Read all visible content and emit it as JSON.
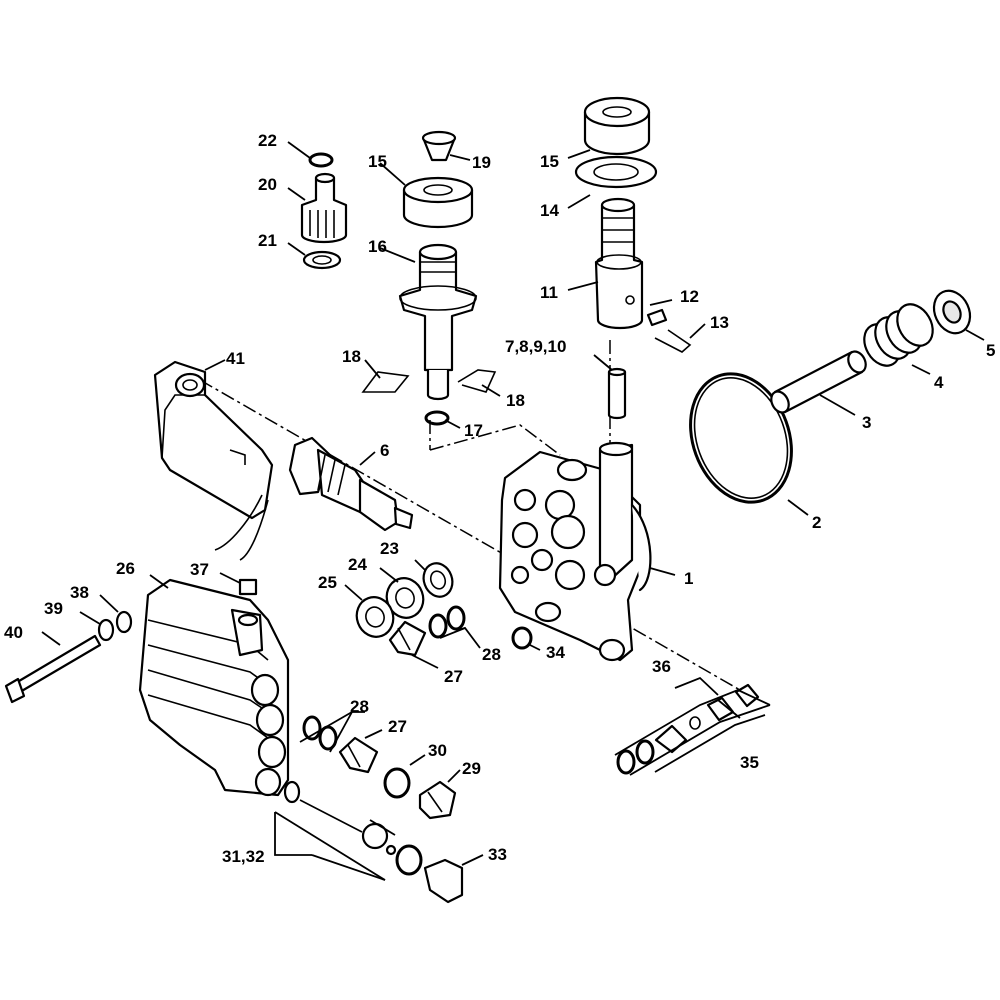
{
  "labels": {
    "p1": "1",
    "p2": "2",
    "p3": "3",
    "p4": "4",
    "p5": "5",
    "p6": "6",
    "p7_10": "7,8,9,10",
    "p11": "11",
    "p12": "12",
    "p13": "13",
    "p14": "14",
    "p15a": "15",
    "p15b": "15",
    "p16": "16",
    "p17": "17",
    "p18a": "18",
    "p18b": "18",
    "p19": "19",
    "p20": "20",
    "p21": "21",
    "p22": "22",
    "p23": "23",
    "p24": "24",
    "p25": "25",
    "p26": "26",
    "p27a": "27",
    "p27b": "27",
    "p28a": "28",
    "p28b": "28",
    "p29": "29",
    "p30": "30",
    "p31_32": "31,32",
    "p33": "33",
    "p34": "34",
    "p35": "35",
    "p36": "36",
    "p37": "37",
    "p38": "38",
    "p39": "39",
    "p40": "40",
    "p41": "41"
  }
}
